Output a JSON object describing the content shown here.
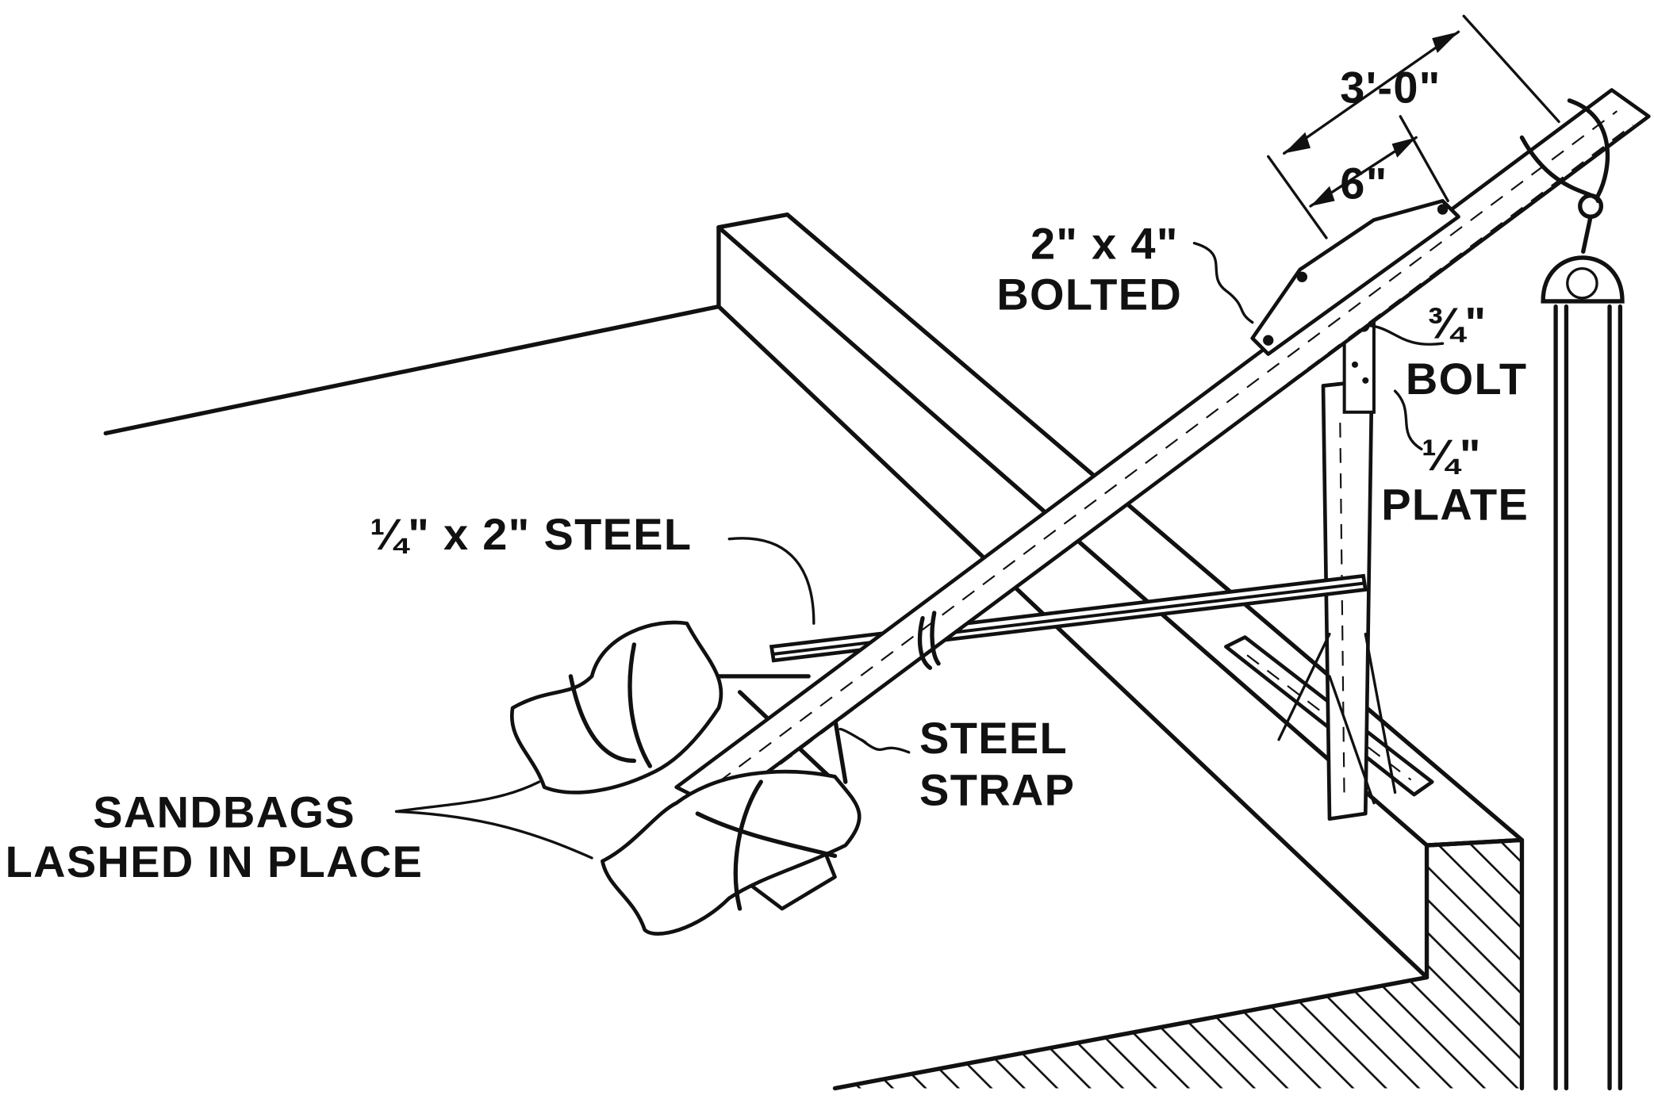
{
  "diagram": {
    "labels": {
      "dim_overall": "3'-0\"",
      "dim_short": "6\"",
      "bolted_1": "2\" x 4\"",
      "bolted_2": "BOLTED",
      "bolt_1": "¾\"",
      "bolt_2": "BOLT",
      "plate_1": "¼\"",
      "plate_2": "PLATE",
      "steel_bar": "¼\" x 2\" STEEL",
      "strap_1": "STEEL",
      "strap_2": "STRAP",
      "sandbags_1": "SANDBAGS",
      "sandbags_2": "LASHED IN PLACE"
    }
  }
}
